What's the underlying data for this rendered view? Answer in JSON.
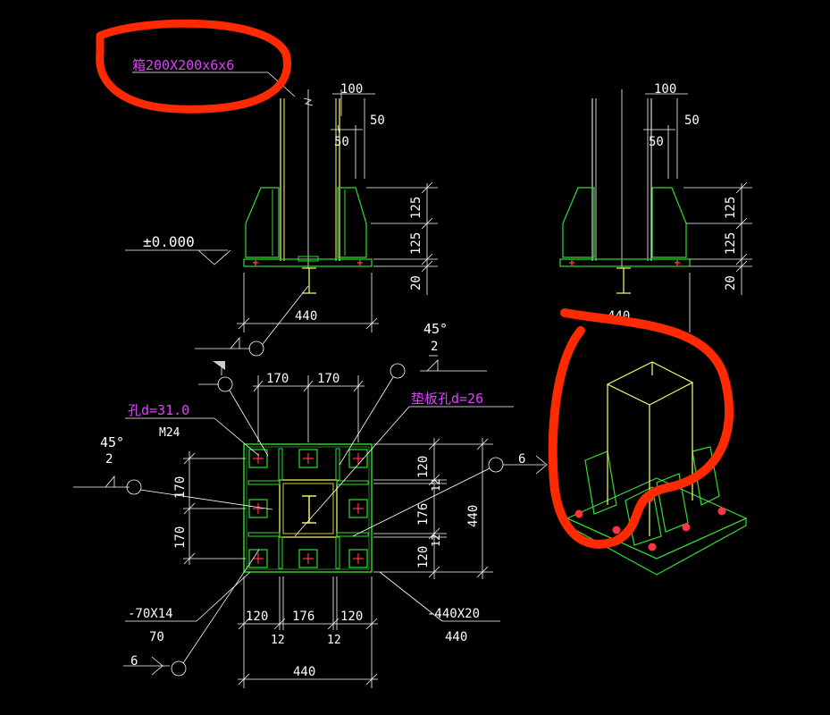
{
  "colors": {
    "background": "#000000",
    "dimension": "#ffffff",
    "steel": "#ffff66",
    "stiffener": "#33dd33",
    "magenta_text": "#e040ff",
    "highlight": "#ff2a00",
    "bolt": "#ff3344"
  },
  "labels": {
    "section": "箱200X200x6x6",
    "elevation": "±0.000",
    "hole": "孔d=31.0",
    "bolt": "M24",
    "washer_hole": "垫板孔d=26",
    "weld_angle": "45°",
    "weld_size": "2",
    "weld6": "6",
    "rib_plate": "-70X14",
    "rib_len": "70",
    "base_plate": "-440X20",
    "base_len": "440"
  },
  "dims": {
    "d100": "100",
    "d50": "50",
    "d125": "125",
    "d20": "20",
    "d440": "440",
    "d170": "170",
    "d120": "120",
    "d12": "12",
    "d176": "176"
  }
}
